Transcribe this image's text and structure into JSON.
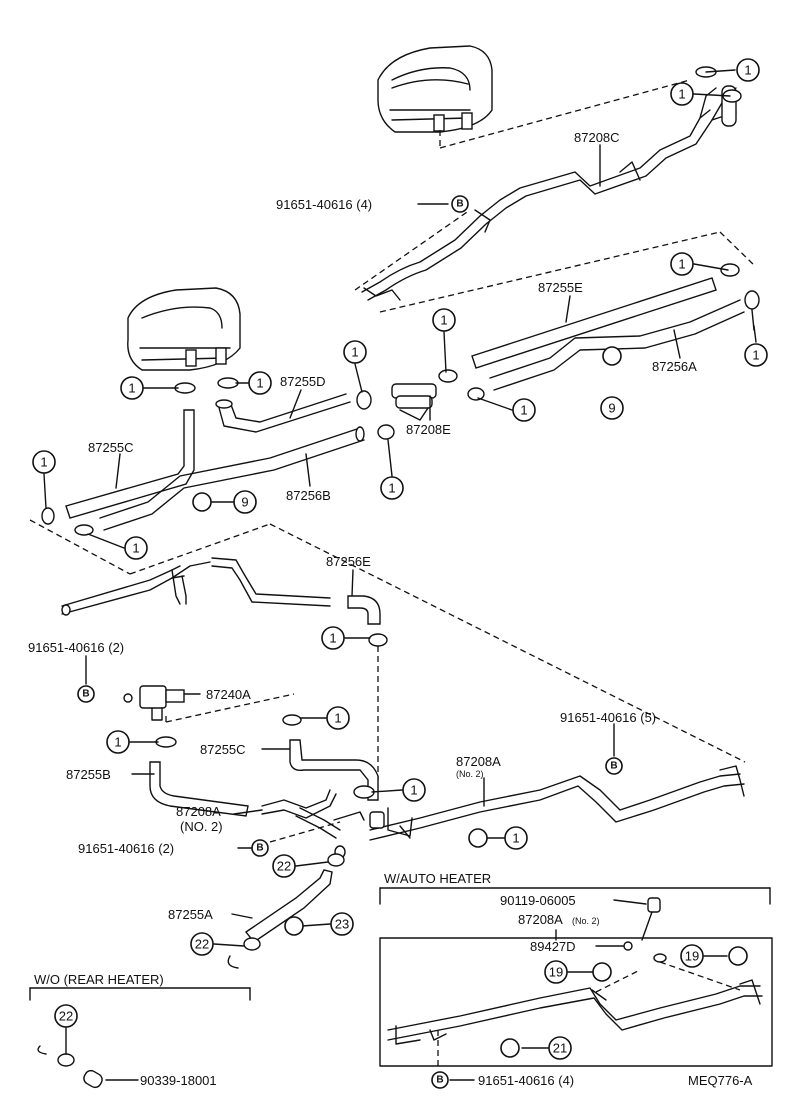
{
  "labels": {
    "p87208C": "87208C",
    "bolt_top": "91651-40616 (4)",
    "p87255E": "87255E",
    "p87256A": "87256A",
    "p87255D": "87255D",
    "p87208E": "87208E",
    "p87255C_top": "87255C",
    "p87256B": "87256B",
    "p87256E": "87256E",
    "bolt_mid2": "91651-40616 (2)",
    "p87240A": "87240A",
    "bolt_mid5": "91651-40616 (5)",
    "p87255C_mid": "87255C",
    "p87208A_top": "87208A",
    "p87208A_top_sub": "(No. 2)",
    "p87255B": "87255B",
    "p87208A_mid": "87208A",
    "p87208A_mid_sub": "(NO. 2)",
    "bolt_low2": "91651-40616 (2)",
    "p87255A": "87255A",
    "auto_heater_title": "W/AUTO HEATER",
    "p90119": "90119-06005",
    "p87208A_auto": "87208A",
    "p87208A_auto_sub": "(No. 2)",
    "p89427D": "89427D",
    "bolt_auto": "91651-40616 (4)",
    "rear_heater_title": "W/O (REAR HEATER)",
    "p90339": "90339-18001",
    "diagram_code": "MEQ776-A"
  },
  "refs": {
    "one": "1",
    "nine": "9",
    "b": "B",
    "nineteen": "19",
    "twentyone": "21",
    "twentytwo": "22",
    "twentythree": "23"
  }
}
